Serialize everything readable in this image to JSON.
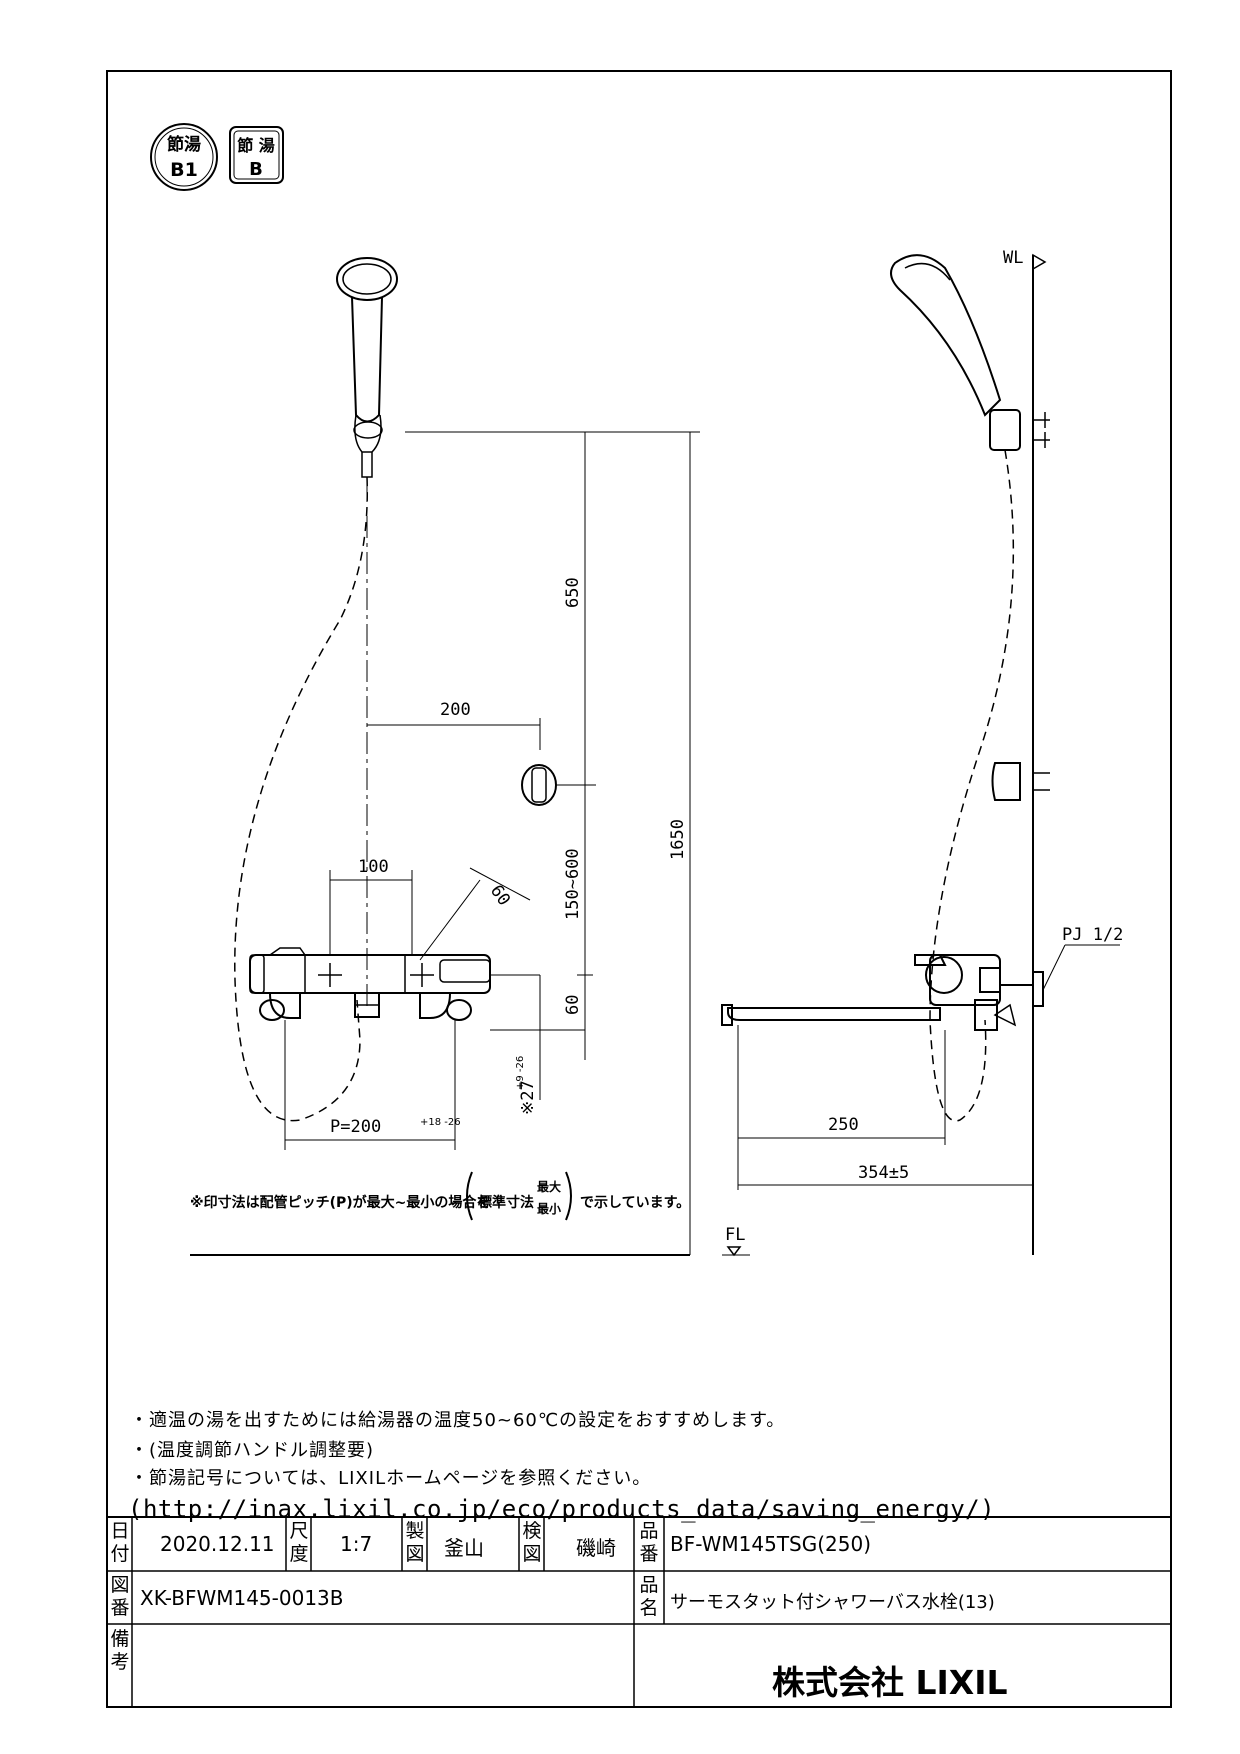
{
  "badges": {
    "badge1_top": "節湯",
    "badge1_bottom": "B1",
    "badge2_top": "節 湯",
    "badge2_bottom": "B"
  },
  "dimensions": {
    "d650": "650",
    "d200": "200",
    "d1650": "1650",
    "d150_600": "150~600",
    "d100": "100",
    "d60_angle": "60",
    "d60": "60",
    "d27": "※27",
    "d27_tol": "+9 -26",
    "p200": "P=200",
    "p200_tol": "+18 -26",
    "d250": "250",
    "d354": "354±5",
    "pj": "PJ 1/2",
    "wl": "WL",
    "fl": "FL"
  },
  "pitch_note": {
    "before": "※印寸法は配管ピッチ(P)が最大~最小の場合を",
    "standard": "標準寸法",
    "max": "最大",
    "min": "最小",
    "after": "で示しています。"
  },
  "notes": [
    "・適温の湯を出すためには給湯器の温度50~60℃の設定をおすすめします。",
    "・(温度調節ハンドル調整要)",
    "・節湯記号については、LIXILホームページを参照ください。"
  ],
  "url": "(http://inax.lixil.co.jp/eco/products_data/saving_energy/)",
  "title_block": {
    "date_label": "日付",
    "date": "2020.12.11",
    "scale_label": "尺度",
    "scale": "1:7",
    "drafter_label": "製図",
    "drafter": "釜山",
    "checker_label": "検図",
    "checker": "磯崎",
    "product_no_label": "品番",
    "product_no": "BF-WM145TSG(250)",
    "drawing_no_label": "図番",
    "drawing_no": "XK-BFWM145-0013B",
    "product_name_label": "品名",
    "product_name": "サーモスタット付シャワーバス水栓(13)",
    "remarks_label": "備考",
    "company": "株式会社 LIXIL"
  }
}
